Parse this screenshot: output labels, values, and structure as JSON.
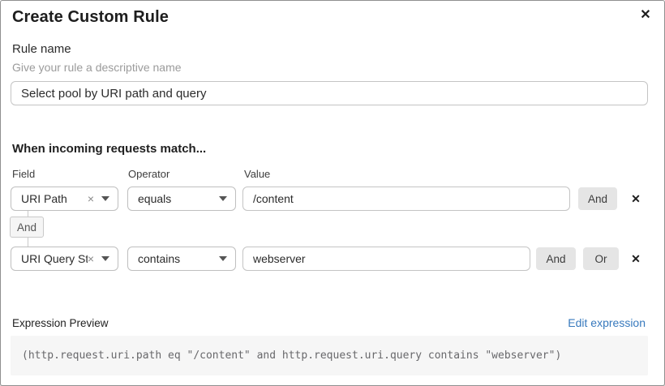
{
  "dialog": {
    "title": "Create Custom Rule",
    "icons": {
      "close": "✕",
      "remove": "✕",
      "clear": "×"
    }
  },
  "rule_name": {
    "label": "Rule name",
    "help": "Give your rule a descriptive name",
    "value": "Select pool by URI path and query"
  },
  "matcher": {
    "heading": "When incoming requests match...",
    "columns": {
      "field": "Field",
      "operator": "Operator",
      "value": "Value"
    },
    "rows": [
      {
        "field": "URI Path",
        "operator": "equals",
        "value": "/content",
        "buttons": [
          "And"
        ]
      },
      {
        "field": "URI Query St...",
        "operator": "contains",
        "value": "webserver",
        "buttons": [
          "And",
          "Or"
        ]
      }
    ],
    "connector_label": "And"
  },
  "expression": {
    "label": "Expression Preview",
    "edit_link": "Edit expression",
    "code": "(http.request.uri.path eq \"/content\" and http.request.uri.query contains \"webserver\")"
  },
  "colors": {
    "link_blue": "#3779bd",
    "button_gray": "#e5e5e5",
    "code_bg": "#f6f6f6"
  }
}
